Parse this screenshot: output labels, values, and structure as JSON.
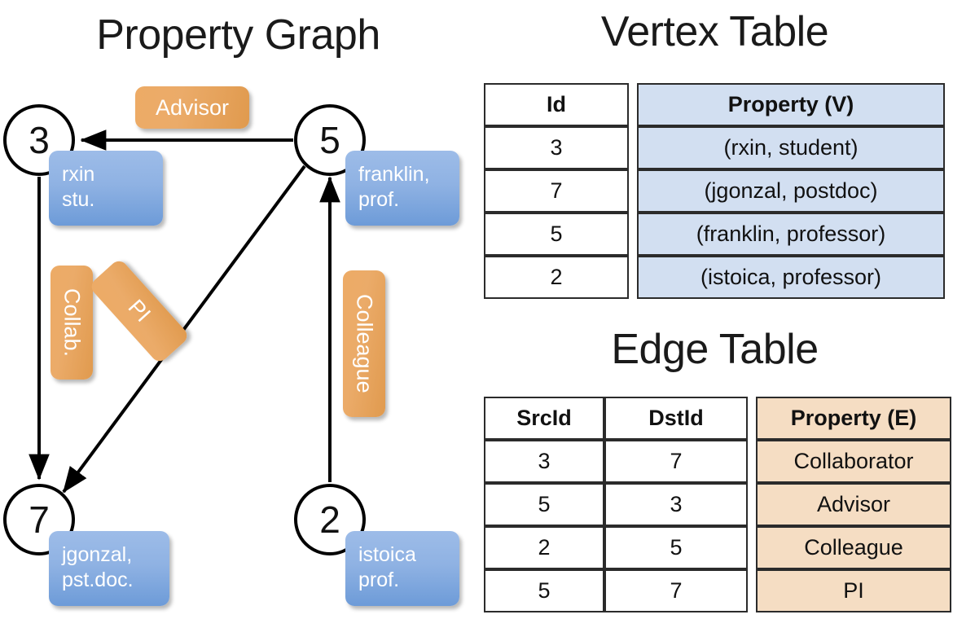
{
  "titles": {
    "property_graph": "Property Graph",
    "vertex_table": "Vertex Table",
    "edge_table": "Edge Table"
  },
  "graph": {
    "nodes": [
      {
        "id": "3",
        "label": "3",
        "property_lines": [
          "rxin",
          "stu."
        ]
      },
      {
        "id": "5",
        "label": "5",
        "property_lines": [
          "franklin,",
          "prof."
        ]
      },
      {
        "id": "7",
        "label": "7",
        "property_lines": [
          "jgonzal,",
          "pst.doc."
        ]
      },
      {
        "id": "2",
        "label": "2",
        "property_lines": [
          "istoica",
          "prof."
        ]
      }
    ],
    "node_property_boxes": {
      "rxin_line1": "rxin",
      "rxin_line2": "stu.",
      "franklin_line1": "franklin,",
      "franklin_line2": "prof.",
      "jgonzal_line1": "jgonzal,",
      "jgonzal_line2": "pst.doc.",
      "istoica_line1": "istoica",
      "istoica_line2": "prof."
    },
    "edge_labels": {
      "advisor": "Advisor",
      "collab": "Collab.",
      "pi": "PI",
      "colleague": "Colleague"
    },
    "edges": [
      {
        "from": "5",
        "to": "3",
        "label": "Advisor"
      },
      {
        "from": "3",
        "to": "7",
        "label": "Collab."
      },
      {
        "from": "5",
        "to": "7",
        "label": "PI"
      },
      {
        "from": "2",
        "to": "5",
        "label": "Colleague"
      }
    ]
  },
  "vertex_table": {
    "headers": [
      "Id",
      "Property (V)"
    ],
    "rows": [
      {
        "id": "3",
        "property": "(rxin, student)"
      },
      {
        "id": "7",
        "property": "(jgonzal, postdoc)"
      },
      {
        "id": "5",
        "property": "(franklin, professor)"
      },
      {
        "id": "2",
        "property": "(istoica, professor)"
      }
    ]
  },
  "edge_table": {
    "headers": [
      "SrcId",
      "DstId",
      "Property (E)"
    ],
    "rows": [
      {
        "src": "3",
        "dst": "7",
        "property": "Collaborator"
      },
      {
        "src": "5",
        "dst": "3",
        "property": "Advisor"
      },
      {
        "src": "2",
        "dst": "5",
        "property": "Colleague"
      },
      {
        "src": "5",
        "dst": "7",
        "property": "PI"
      }
    ]
  },
  "colors": {
    "vertex_property_fill": "#d2dff1",
    "edge_property_fill": "#f5ddc3",
    "node_box_blue": "#8fb2e3",
    "edge_box_orange": "#eaa75f",
    "stroke": "#000000"
  }
}
